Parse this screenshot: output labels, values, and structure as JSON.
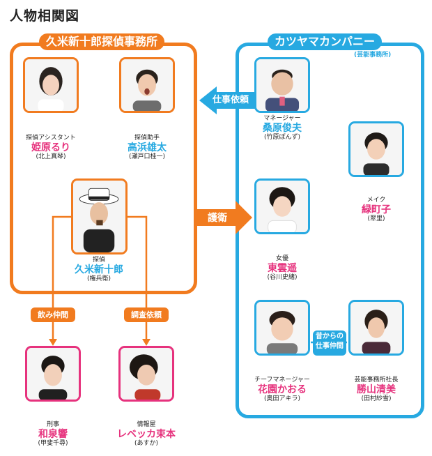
{
  "title": "人物相関図",
  "groups": {
    "detective": {
      "label": "久米新十郎探偵事務所"
    },
    "kanzuya": {
      "label": "カツヤマカンパニー",
      "sublabel": "(芸能事務所)"
    }
  },
  "people": {
    "himehara": {
      "role": "探偵アシスタント",
      "name": "姫原るり",
      "actor": "(北上真琴)"
    },
    "takahama": {
      "role": "探偵助手",
      "name": "高浜雄太",
      "actor": "(瀬戸口桂一)"
    },
    "kume": {
      "role": "探偵",
      "name": "久米新十郎",
      "actor": "(権兵衛)"
    },
    "kuwahara": {
      "role": "マネージャー",
      "name": "桑原俊夫",
      "actor": "(竹原ぽんず)"
    },
    "midoricho": {
      "role": "メイク",
      "name": "緑町子",
      "actor": "(翠里)"
    },
    "higashikumo": {
      "role": "女優",
      "name": "東雲遥",
      "actor": "(谷川史緒)"
    },
    "hanazono": {
      "role": "チーフマネージャー",
      "name": "花園かおる",
      "actor": "(奥田アキラ)"
    },
    "katsuyama": {
      "role": "芸能事務所社長",
      "name": "勝山清美",
      "actor": "(田村紗雪)"
    },
    "izumi": {
      "role": "刑事",
      "name": "和泉響",
      "actor": "(甲斐千尋)"
    },
    "rebecca": {
      "role": "情報屋",
      "name": "レベッカ束本",
      "actor": "(あすか)"
    }
  },
  "relations": {
    "request": "仕事依頼",
    "guard": "護衛",
    "drinking": "飲み仲間",
    "investigate": "調査依頼",
    "old_colleagues": [
      "昔からの",
      "仕事仲間"
    ]
  },
  "colors": {
    "orange": "#f17b1f",
    "blue": "#27a9e1",
    "pink": "#e6327d"
  }
}
